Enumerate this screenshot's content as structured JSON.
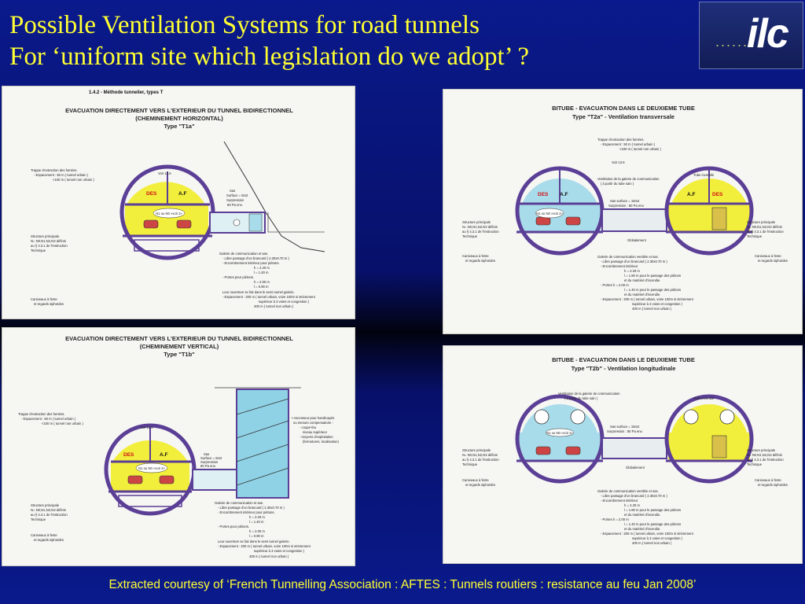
{
  "slide": {
    "title_line1": "Possible Ventilation Systems for road tunnels",
    "title_line2": "For ‘uniform site which legislation do we adopt’ ?",
    "logo_text": "ilc",
    "logo_dots": "......",
    "footer": "Extracted courtesy of ‘French Tunnelling Association : AFTES : Tunnels routiers : resistance au feu Jan 2008’"
  },
  "colors": {
    "background": "#0a1a8c",
    "title": "#ffff33",
    "tunnel_outline": "#5b3f96",
    "smoke_zone": "#f2ee3c",
    "fresh_zone": "#a9dcea",
    "des_label": "#d01010"
  },
  "t1a": {
    "section": "1.4.2 - Méthode tunnelier, types T",
    "heading1": "EVACUATION DIRECTEMENT VERS L'EXTERIEUR DU TUNNEL BIDIRECTIONNEL",
    "heading2": "(CHEMINEMENT HORIZONTAL)",
    "type": "Type \"T1a\"",
    "des": "DES",
    "af": "A.F",
    "voir": "Voir 13.6",
    "sas": "Sas",
    "sas_surface": "Surface = 5m2",
    "surpression": "Surpression",
    "pa": "80 Pa env.",
    "n_label": "N1 ou N0 «voir 2»",
    "note1": "Trappe d'extraction des fumées.",
    "note1b": "- Espacement : 50 m ( tunnel urbain )",
    "note1c": "<100 m ( tunnel non urbain )",
    "note2": "Structure principale.",
    "note2b": "N= N0,N1,N2,N3 définis",
    "note2c": "au § 4.3.1 de l'Instruction",
    "note2d": "Technique",
    "note3": "Galerie de communication et sas.",
    "note3b": "- Libre passage d'un brancard ( 2.30x0.70 m )",
    "note3c": "- Encombrement intérieur pour piétons.",
    "note3d": "h = 2.20 m",
    "note3e": "l = 1.40 m",
    "note3f": "- Portes pour piétons.",
    "note3g": "h = 2.00 m",
    "note3h": "l = 0.90 m",
    "note3i": "Leur ouverture se fait dans le sens tunnel galerie.",
    "note3j": "- Espacement : 200 m ( tunnel urbain, voire 100m si strictement",
    "note3k": "supérieur à 3 voies et congestion )",
    "note3l": "400 m ( tunnel non urbain )",
    "note4": "Caniveaux à fente",
    "note4b": "et regards siphoïdes"
  },
  "t1b": {
    "heading1": "EVACUATION DIRECTEMENT VERS L'EXTERIEUR DU TUNNEL BIDIRECTIONNEL",
    "heading2": "(CHEMINEMENT VERTICAL)",
    "type": "Type \"T1b\"",
    "des": "DES",
    "af": "A.F",
    "voir": "Voir 13.6",
    "sas": "Sas",
    "sas_surface": "Surface = 5m2",
    "surpression": "Surpression",
    "pa": "80 Pa env.",
    "n_label": "N1 ou N0 «voir 2»",
    "asc1": "• Ascenseur pour handicapés",
    "asc2": "ou mesure compensatoire :",
    "asc3": "- coupe-feu",
    "asc4": "niveau supérieur",
    "asc5": "- moyens d'exploitation",
    "asc6": "(fermetures, localisation)",
    "note1": "Trappe d'extraction des fumées.",
    "note1b": "- Espacement : 50 m ( tunnel urbain )",
    "note1c": "<100 m ( tunnel non urbain )",
    "note2": "Structure principale",
    "note2b": "N= N0,N1,N2,N3 définis",
    "note2c": "au § 4.3.1 de l'Instruction",
    "note2d": "Technique",
    "note3": "Galerie de communication et sas.",
    "note3b": "- Libre passage d'un brancard ( 2.30x0.70 m )",
    "note3c": "- Encombrement intérieur pour piétons.",
    "note3d": "h = 2.20 m",
    "note3e": "l = 1.40 m",
    "note3f": "- Portes pour piétons.",
    "note3g": "h = 2.00 m",
    "note3h": "l = 0.90 m",
    "note3i": "Leur ouverture se fait dans le sens tunnel galerie.",
    "note3j": "- Espacement : 200 m ( tunnel urbain, voire 100m si strictement",
    "note3k": "supérieur à 3 voies et congestion )",
    "note3l": "400 m ( tunnel non urbain )",
    "note4": "Caniveaux à fente",
    "note4b": "et regards siphoïdes"
  },
  "t2a": {
    "heading1": "BITUBE - EVACUATION DANS LE DEUXIEME TUBE",
    "type": "Type \"T2a\" - Ventilation transversale",
    "des": "DES",
    "af": "A.F",
    "voir": "Voir 13.6",
    "tube_incendie": "Tube incendié",
    "vent1": "Ventilation de la galerie de communication",
    "vent2": "( à partir du tube sain )",
    "sas_surface": "Sas surface = 15m2",
    "surpression": "Surpression : 80 Pa env.",
    "globalement": "Globalement",
    "n_label": "N1 ou N0 «voir 2»",
    "note1": "Trappe d'extraction des fumées.",
    "note1b": "- Espacement : 50 m ( tunnel urbain )",
    "note1c": "<100 m ( tunnel non urbain )",
    "note2": "Structure principale",
    "note2b": "N= N0,N1,N2,N3 définis",
    "note2c": "au § 4.3.1 de l'Instruction",
    "note2d": "Technique",
    "note4": "Caniveaux à fente",
    "note4b": "et regards siphoïdes",
    "note5": "Galerie de communication ventilée et sas.",
    "note5b": "- Libre passage d'un brancard ( 2.30x0.70 m )",
    "note5c": "- Encombrement intérieur",
    "note5d": "h = 2.20 m",
    "note5e": "l = 1.80 m pour le passage des piétons",
    "note5f": "et du matériel d'incendie.",
    "note5g": "- Portes h = 2.00 m",
    "note5h": "l = 1.40 m pour le passage des piétons",
    "note5i": "et du matériel d'incendie.",
    "note5j": "- Espacement : 200 m ( tunnel urbain, voire 100m si strictement",
    "note5k": "supérieur à 3 voies et congestion )",
    "note5l": "400 m ( tunnel non urbain )"
  },
  "t2b": {
    "heading1": "BITUBE - EVACUATION DANS LE DEUXIEME TUBE",
    "type": "Type \"T2b\" - Ventilation longitudinale",
    "vent1": "Ventilation de la galerie de communication",
    "vent2": "( à partir du tube sain )",
    "tube_incendie": "Tube incendié",
    "sas_surface": "Sas surface = 15m2",
    "surpression": "Surpression : 80 Pa env.",
    "globalement": "Globalement",
    "n_label": "N1 ou N0 «voir 2»",
    "note2": "Structure principale",
    "note2b": "N= N0,N1,N2,N3 définis",
    "note2c": "au § 4.3.1 de l'Instruction",
    "note2d": "Technique",
    "note4": "Caniveaux à fente",
    "note4b": "et regards siphoïdes",
    "note5": "Galerie de communication ventilée et sas.",
    "note5b": "- Libre passage d'un brancard ( 2.30x0.70 m )",
    "note5c": "- Encombrement intérieur",
    "note5d": "h = 2.20 m",
    "note5e": "l = 1.80 m pour le passage des piétons",
    "note5f": "et du matériel d'incendie.",
    "note5g": "- Portes h = 2.00 m",
    "note5h": "l = 1.40 m pour le passage des piétons",
    "note5i": "et du matériel d'incendie.",
    "note5j": "- Espacement : 200 m ( tunnel urbain, voire 100m si strictement",
    "note5k": "supérieur à 3 voies et congestion )",
    "note5l": "400 m ( tunnel non urbain )"
  }
}
